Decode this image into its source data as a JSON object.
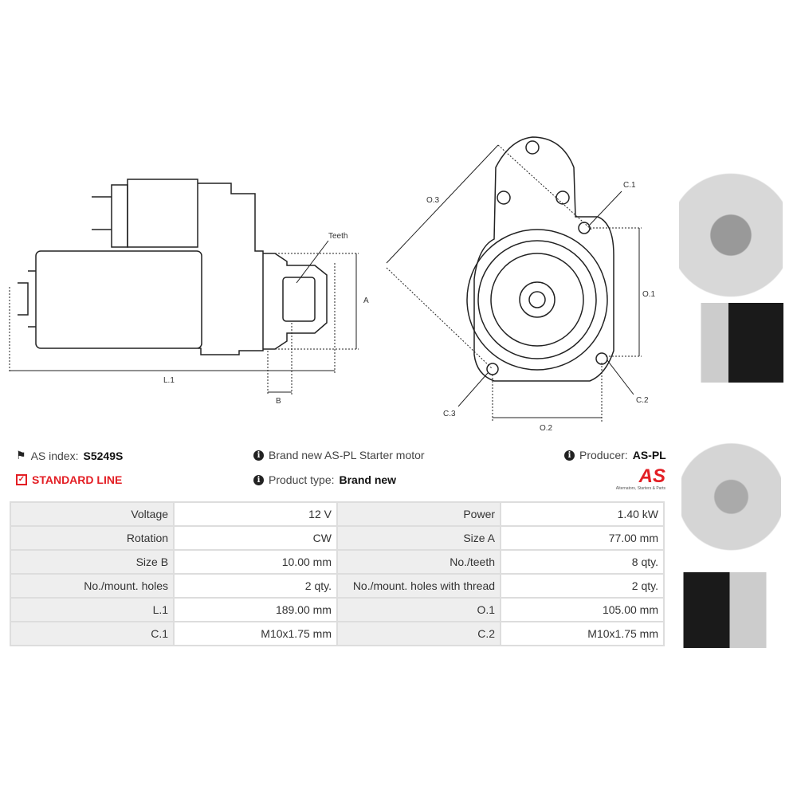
{
  "drawing": {
    "teeth": "Teeth",
    "a": "A",
    "b": "B",
    "l1": "L.1",
    "o1": "O.1",
    "o2": "O.2",
    "o3": "O.3",
    "c1": "C.1",
    "c2": "C.2",
    "c3": "C.3"
  },
  "info": {
    "as_index_label": "AS index:",
    "as_index": "S5249S",
    "line": "STANDARD LINE",
    "desc": "Brand new AS-PL Starter motor",
    "product_type_label": "Product type:",
    "product_type": "Brand new",
    "producer_label": "Producer:",
    "producer": "AS-PL",
    "logo_text": "AS",
    "logo_tagline": "Alternators, Starters & Parts"
  },
  "colors": {
    "accent": "#e31e24"
  },
  "specs": [
    [
      "Voltage",
      "12 V",
      "Power",
      "1.40 kW"
    ],
    [
      "Rotation",
      "CW",
      "Size A",
      "77.00 mm"
    ],
    [
      "Size B",
      "10.00 mm",
      "No./teeth",
      "8 qty."
    ],
    [
      "No./mount. holes",
      "2 qty.",
      "No./mount. holes with thread",
      "2 qty."
    ],
    [
      "L.1",
      "189.00 mm",
      "O.1",
      "105.00 mm"
    ],
    [
      "C.1",
      "M10x1.75 mm",
      "C.2",
      "M10x1.75 mm"
    ]
  ]
}
